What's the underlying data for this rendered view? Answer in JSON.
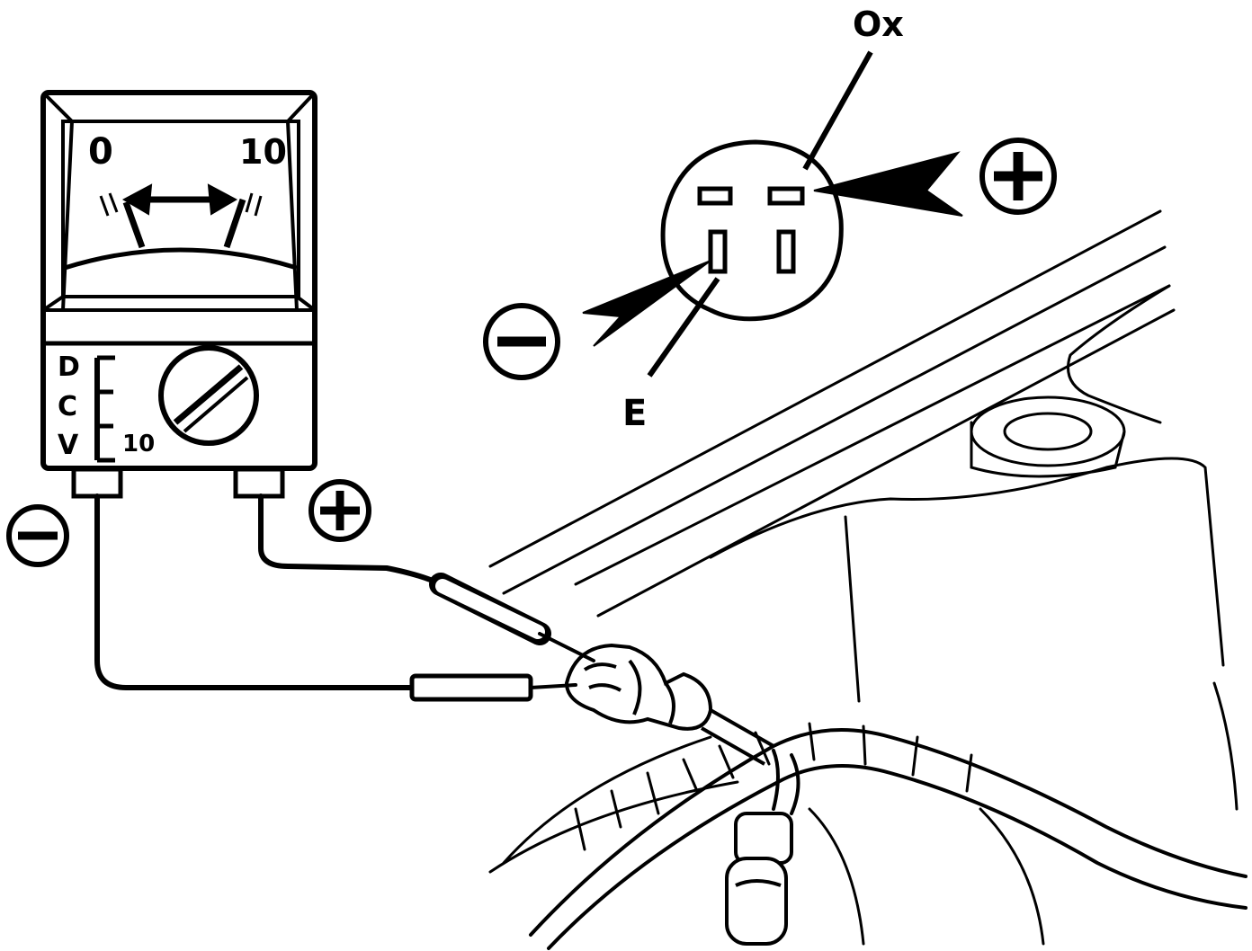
{
  "meter": {
    "scale_min": "0",
    "scale_max": "10",
    "range_letters": [
      "D",
      "C",
      "V"
    ],
    "range_value": "10"
  },
  "connector": {
    "terminal_ox_label": "Ox",
    "terminal_e_label": "E"
  },
  "symbols": {
    "positive": "+",
    "negative": "−"
  },
  "colors": {
    "ink": "#000000",
    "paper": "#ffffff"
  }
}
